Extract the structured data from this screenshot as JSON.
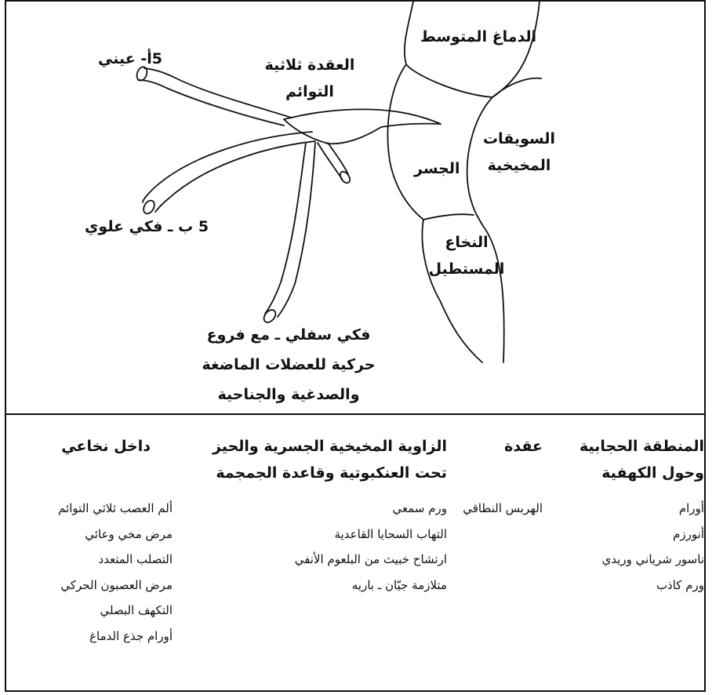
{
  "diagram": {
    "labels": {
      "ophthalmic": "5أ- عيني",
      "trigeminal_ganglion": [
        "العقدة ثلاثية",
        "التوائم"
      ],
      "midbrain": "الدماغ المتوسط",
      "cerebellar_peduncles": [
        "السويقات",
        "المخيخية"
      ],
      "pons": "الجسر",
      "medulla": [
        "النخاع",
        "المستطيل"
      ],
      "maxillary": "5 ب ـ فكي علوي",
      "mandibular": [
        "فكي سفلي ـ مع فروع",
        "حركية للعضلات الماضغة",
        "والصدغية والجناحية"
      ]
    }
  },
  "table": {
    "columns": [
      {
        "header": [
          "المنطقة الحجابية",
          "وحول الكهفية"
        ],
        "items": [
          "أورام",
          "أنورزم",
          "ناسور شرياني وريدي",
          "ورم كاذب"
        ]
      },
      {
        "header": [
          "عقدة"
        ],
        "items": [
          "الهربس النطاقي"
        ]
      },
      {
        "header": [
          "الزاوية المخيخية الجسرية والحيز",
          "تحت العنكبوتية وقاعدة الجمجمة"
        ],
        "items": [
          "ورم سمعي",
          "التهاب السحايا القاعدية",
          "ارتشاح خبيث من البلعوم الأنفي",
          "متلازمة جيّان ـ باريه"
        ]
      },
      {
        "header": [
          "داخل نخاعي"
        ],
        "items": [
          "ألم العصب ثلاثي التوائم",
          "مرض مخي وعائي",
          "التصلب المتعدد",
          "مرض العصبون الحركي",
          "التكهف البصلي",
          "أورام جذع الدماغ"
        ]
      }
    ]
  }
}
